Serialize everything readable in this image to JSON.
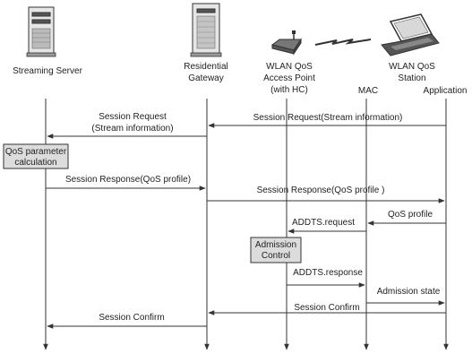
{
  "participants": {
    "streaming_server": "Streaming Server",
    "gateway": [
      "Residential",
      "Gateway"
    ],
    "access_point": [
      "WLAN QoS",
      "Access Point",
      "(with HC)"
    ],
    "station": [
      "WLAN QoS",
      "Station"
    ],
    "mac": "MAC",
    "application": "Application"
  },
  "icons": {
    "streaming_server": "server-tower-icon",
    "gateway": "gateway-tower-icon",
    "access_point": "wireless-router-icon",
    "wireless_link": "lightning-link-icon",
    "station": "laptop-icon"
  },
  "boxes": {
    "qos_param": [
      "QoS parameter",
      "calculation"
    ],
    "admission_control": [
      "Admission",
      "Control"
    ]
  },
  "messages": {
    "session_request_gw": [
      "Session Request",
      "(Stream information)"
    ],
    "session_request_app": "Session Request(Stream information)",
    "session_response_srv": "Session Response(QoS profile)",
    "session_response_gw": "Session Response(QoS profile )",
    "qos_profile": "QoS profile",
    "addts_request": "ADDTS.request",
    "addts_response": "ADDTS.response",
    "admission_state": "Admission state",
    "session_confirm_app": "Session Confirm",
    "session_confirm_gw": "Session Confirm"
  },
  "colors": {
    "line": "#333333",
    "box_fill": "#dcdcdc"
  }
}
